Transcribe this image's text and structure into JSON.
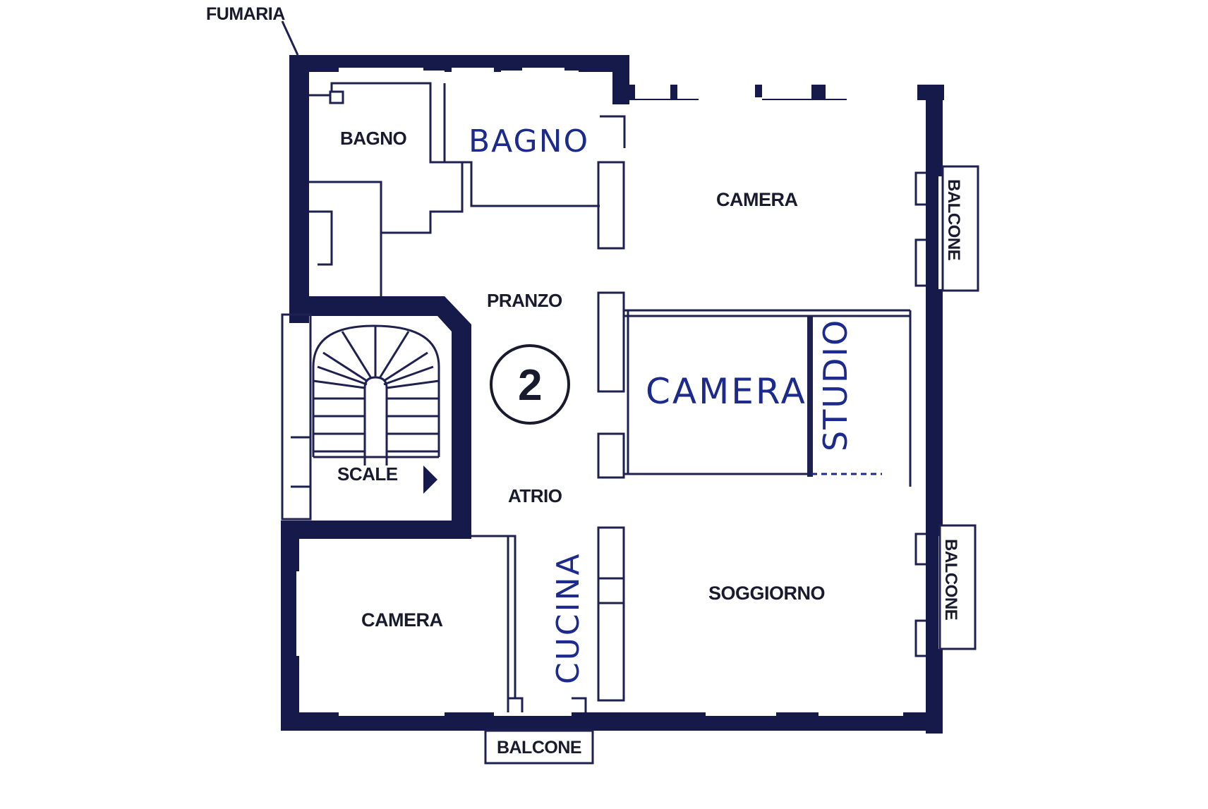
{
  "plan": {
    "title": "",
    "fumaria": "FUMARIA",
    "unit_number": "2",
    "colors": {
      "wall": "#161a4a",
      "line": "#1e2150",
      "handwriting": "#1b2a8c",
      "background": "#ffffff"
    },
    "rooms": {
      "bagno_printed": "BAGNO",
      "bagno_handwritten": "BAGNO",
      "camera_top": "CAMERA",
      "camera_middle_handwritten": "CAMERA",
      "studio_handwritten": "STUDIO",
      "pranzo": "PRANZO",
      "atrio": "ATRIO",
      "scale": "SCALE",
      "camera_bottom": "CAMERA",
      "cucina_handwritten": "CUCINA",
      "soggiorno": "SOGGIORNO"
    },
    "balconies": {
      "right_top": "BALCONE",
      "right_bottom": "BALCONE",
      "bottom": "BALCONE"
    }
  }
}
